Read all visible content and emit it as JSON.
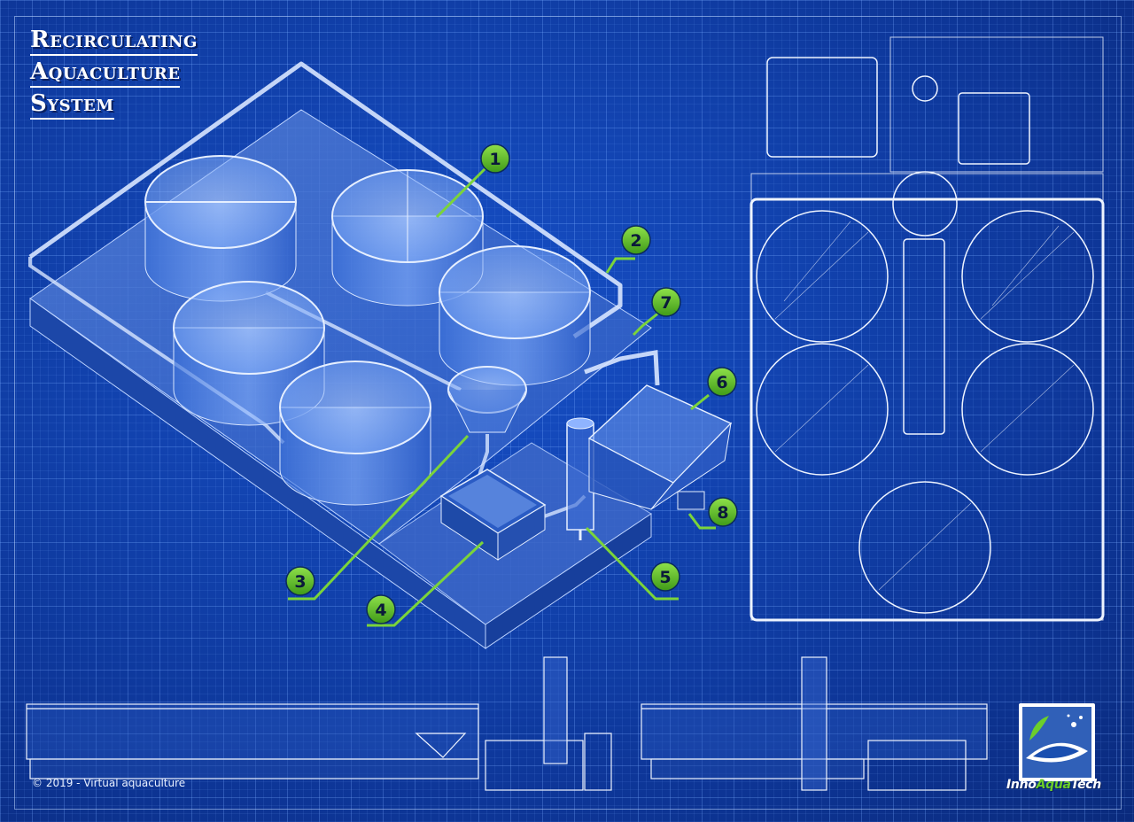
{
  "title": {
    "line1": "Recirculating",
    "line2": "Aquaculture",
    "line3": "System"
  },
  "copyright": "© 2019 - Virtual aquaculture",
  "logo": {
    "name_part1": "Inno",
    "name_part2": "Aqua",
    "name_part3": "Tech"
  },
  "callouts": [
    {
      "number": "1"
    },
    {
      "number": "2"
    },
    {
      "number": "3"
    },
    {
      "number": "4"
    },
    {
      "number": "5"
    },
    {
      "number": "6"
    },
    {
      "number": "7"
    },
    {
      "number": "8"
    }
  ],
  "colors": {
    "background": "#0f3ca3",
    "line": "#e6efff",
    "badge_green": "#5fb82a",
    "leader_green": "#7bd43a"
  }
}
